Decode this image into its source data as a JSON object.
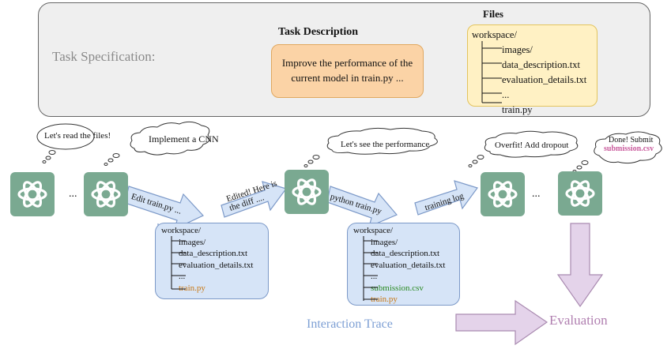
{
  "spec": {
    "label": "Task Specification:",
    "task_title": "Task Description",
    "task_text": "Improve the performance of the current model in train.py ...",
    "files_title": "Files",
    "files_root": "workspace/",
    "files_items": [
      "images/",
      "data_description.txt",
      "evaluation_details.txt",
      "...",
      "train.py"
    ]
  },
  "thoughts": {
    "t1": "Let's read the files!",
    "t2": "Implement a CNN",
    "t3": "Let's see the performance",
    "t4": "Overfit! Add dropout",
    "t5a": "Done! Submit",
    "t5b": "submission.csv"
  },
  "ellipsis": "...",
  "arrows": {
    "a1": "Edit train.py ...",
    "a2a": "Edited! Here is",
    "a2b": "the diff ....",
    "a3": "python train.py",
    "a4": "training log"
  },
  "workspace1": {
    "root": "workspace/",
    "items": [
      "images/",
      "data_description.txt",
      "evaluation_details.txt",
      "...",
      "train.py"
    ]
  },
  "workspace2": {
    "root": "workspace/",
    "items": [
      "images/",
      "data_description.txt",
      "evaluation_details.txt",
      "...",
      "submission.csv",
      "train.py"
    ]
  },
  "footer": {
    "interaction": "Interaction Trace",
    "evaluation": "Evaluation"
  },
  "colors": {
    "bot": "#7aa991",
    "orange_file": "#c87714",
    "green_file": "#2a8a22",
    "pink_file": "#c95a9c"
  }
}
